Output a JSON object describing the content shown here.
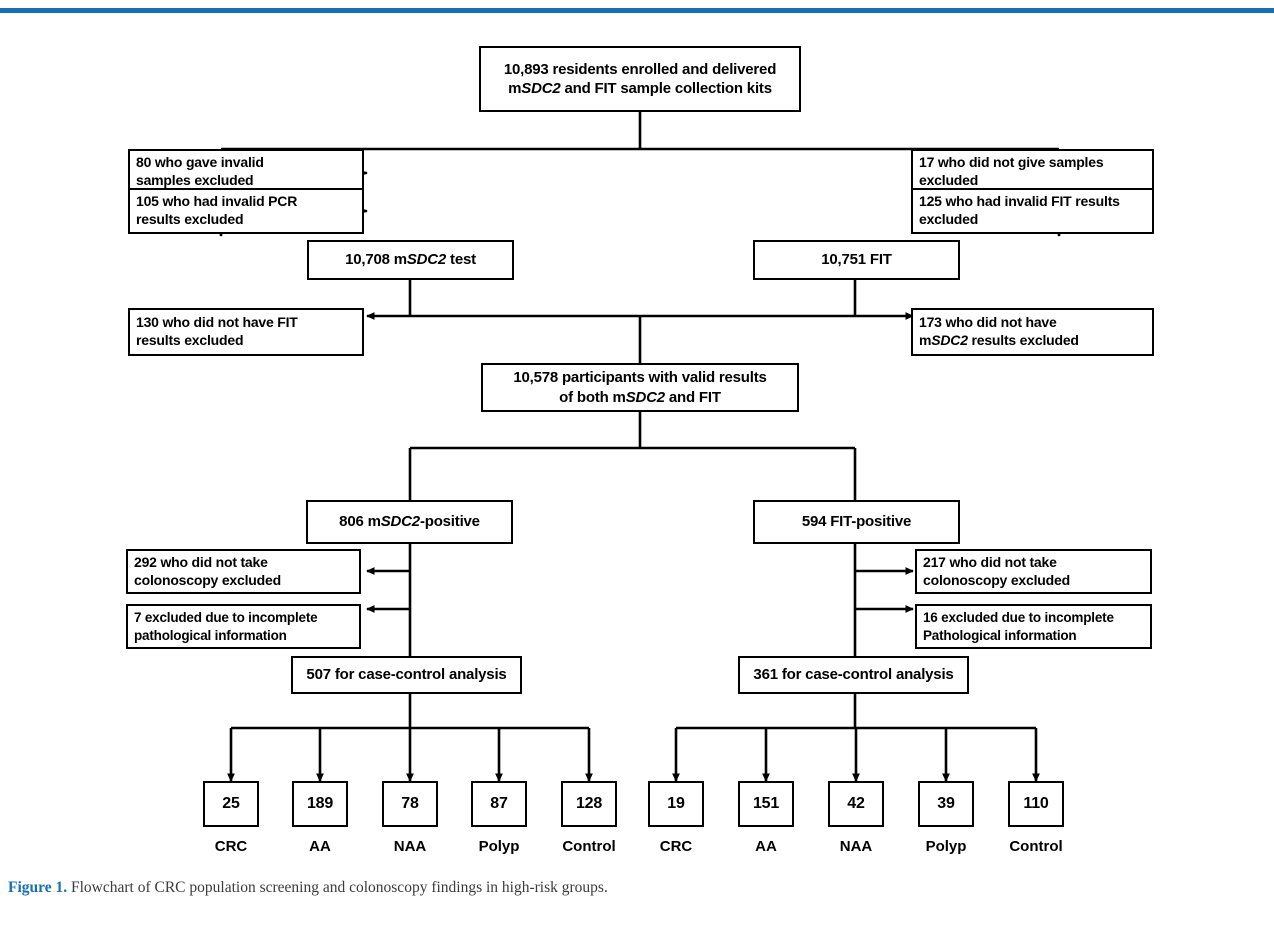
{
  "figure": {
    "caption_lead": "Figure 1.",
    "caption_text": " Flowchart of CRC population screening and colonoscopy findings in high-risk groups.",
    "accent_color": "#1a6fb4",
    "line_color": "#000000"
  },
  "chart_data": {
    "type": "diagram",
    "title": "Flowchart of CRC population screening and colonoscopy findings in high-risk groups",
    "nodes": {
      "enrolled": "10,893 residents enrolled and delivered mSDC2 and FIT sample collection kits",
      "excl_invalid_samples": "80 who gave invalid samples excluded",
      "excl_invalid_pcr": "105 who had invalid PCR results excluded",
      "excl_no_samples": "17 who did not give samples excluded",
      "excl_invalid_fit": "125 who had invalid FIT results excluded",
      "msdc2_test": "10,708 mSDC2 test",
      "fit_test": "10,751 FIT",
      "excl_no_fit_results": "130 who did not have FIT results excluded",
      "excl_no_msdc2_results": "173 who did not have mSDC2 results excluded",
      "valid_both": "10,578 participants with valid results of both mSDC2 and FIT",
      "msdc2_positive": "806 mSDC2-positive",
      "fit_positive": "594 FIT-positive",
      "excl_no_colo_left": "292 who did not take colonoscopy excluded",
      "excl_incomplete_left": "7 excluded due to incomplete pathological information",
      "excl_no_colo_right": "217 who did not take colonoscopy excluded",
      "excl_incomplete_right": "16 excluded due to incomplete Pathological information",
      "case_control_left": "507 for case-control analysis",
      "case_control_right": "361 for case-control analysis"
    },
    "outcomes_msdc2": {
      "categories": [
        "CRC",
        "AA",
        "NAA",
        "Polyp",
        "Control"
      ],
      "values": [
        25,
        189,
        78,
        87,
        128
      ],
      "parent": "507 for case-control analysis"
    },
    "outcomes_fit": {
      "categories": [
        "CRC",
        "AA",
        "NAA",
        "Polyp",
        "Control"
      ],
      "values": [
        19,
        151,
        42,
        39,
        110
      ],
      "parent": "361 for case-control analysis"
    }
  },
  "boxes": {
    "enrolled_line1": "10,893 residents enrolled and delivered",
    "enrolled_line2_pre": "m",
    "enrolled_line2_em": "SDC2",
    "enrolled_line2_post": " and FIT sample collection kits",
    "excl_invalid_samples_l1": "80 who gave invalid",
    "excl_invalid_samples_l2": "samples excluded",
    "excl_invalid_pcr_l1": "105 who had invalid PCR",
    "excl_invalid_pcr_l2": "results excluded",
    "excl_no_samples_l1": "17 who did not give samples",
    "excl_no_samples_l2": "excluded",
    "excl_invalid_fit_l1": "125 who had invalid FIT results",
    "excl_invalid_fit_l2": "excluded",
    "msdc2_test_pre": "10,708 m",
    "msdc2_test_em": "SDC2",
    "msdc2_test_post": " test",
    "fit_test": "10,751 FIT",
    "excl_no_fit_results_l1": "130 who did not have FIT",
    "excl_no_fit_results_l2": "results excluded",
    "excl_no_msdc2_results_l1": "173 who did not have",
    "excl_no_msdc2_results_em": "SDC2",
    "excl_no_msdc2_results_l2_pre": "m",
    "excl_no_msdc2_results_l2_post": " results excluded",
    "valid_both_l1": "10,578 participants with valid results",
    "valid_both_l2_pre": "of both m",
    "valid_both_l2_em": "SDC2",
    "valid_both_l2_post": " and FIT",
    "msdc2_positive_pre": "806 m",
    "msdc2_positive_em": "SDC2",
    "msdc2_positive_post": "-positive",
    "fit_positive": "594 FIT-positive",
    "excl_no_colo_left_l1": "292 who did not take",
    "excl_no_colo_left_l2": "colonoscopy excluded",
    "excl_incomplete_left_l1": "7 excluded due to incomplete",
    "excl_incomplete_left_l2": "pathological information",
    "excl_no_colo_right_l1": "217 who did not take",
    "excl_no_colo_right_l2": "colonoscopy excluded",
    "excl_incomplete_right_l1": "16 excluded due to incomplete",
    "excl_incomplete_right_l2": "Pathological information",
    "case_control_left": "507 for case-control analysis",
    "case_control_right": "361 for case-control analysis"
  },
  "leaves": [
    {
      "value": "25",
      "label": "CRC"
    },
    {
      "value": "189",
      "label": "AA"
    },
    {
      "value": "78",
      "label": "NAA"
    },
    {
      "value": "87",
      "label": "Polyp"
    },
    {
      "value": "128",
      "label": "Control"
    },
    {
      "value": "19",
      "label": "CRC"
    },
    {
      "value": "151",
      "label": "AA"
    },
    {
      "value": "42",
      "label": "NAA"
    },
    {
      "value": "39",
      "label": "Polyp"
    },
    {
      "value": "110",
      "label": "Control"
    }
  ]
}
